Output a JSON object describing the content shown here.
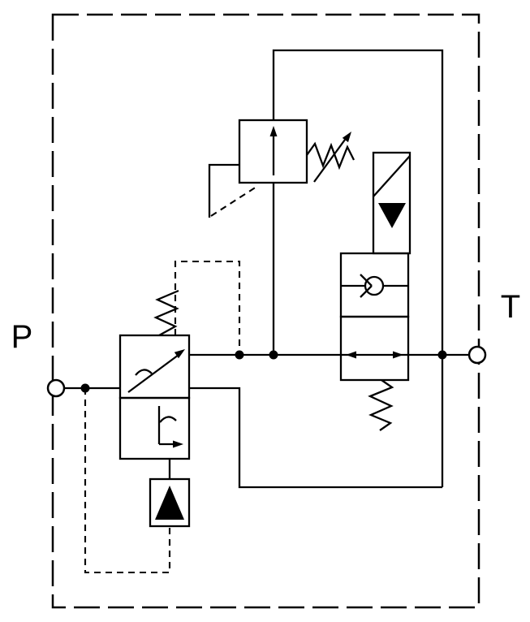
{
  "diagram": {
    "kind": "hydraulic-valve-schematic",
    "background_color": "#ffffff",
    "line_color": "#000000",
    "ports": {
      "p_label": "P",
      "t_label": "T"
    },
    "symbols": [
      "enclosure-boundary-dashed",
      "port-p-connection",
      "port-t-connection",
      "proportional-pressure-reducing-valve",
      "adjustable-pilot-relief-valve",
      "solenoid-check-cartridge-valve",
      "spring-symbols",
      "dashed-pilot-drain-lines",
      "junction-dots"
    ]
  }
}
